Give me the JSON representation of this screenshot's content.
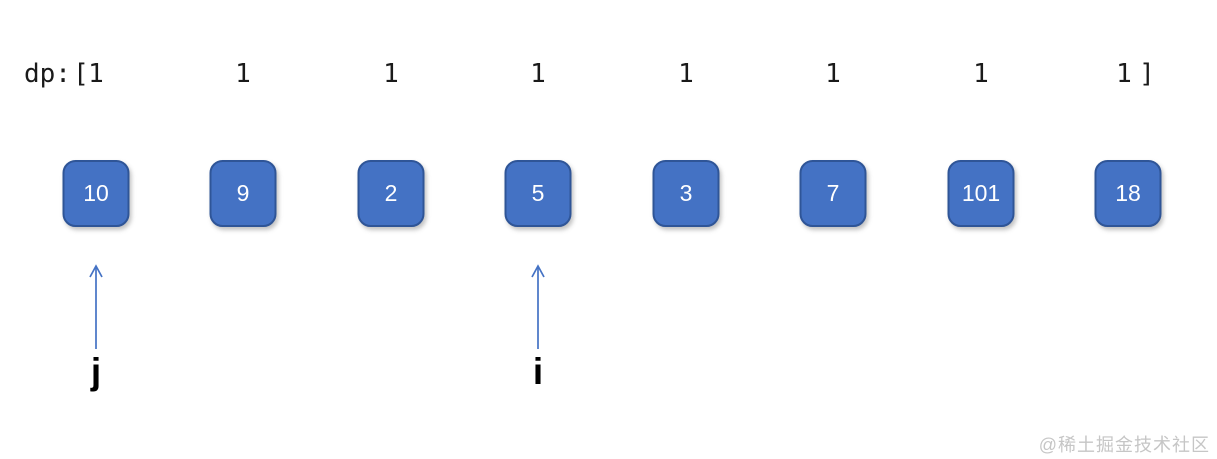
{
  "dp_row": {
    "label": "dp:",
    "open_bracket": "[",
    "close_bracket": "]",
    "values": [
      "1",
      "1",
      "1",
      "1",
      "1",
      "1",
      "1",
      "1"
    ]
  },
  "sequence": {
    "values": [
      "10",
      "9",
      "2",
      "5",
      "3",
      "7",
      "101",
      "18"
    ]
  },
  "pointers": [
    {
      "label": "j",
      "points_to_value": "10"
    },
    {
      "label": "i",
      "points_to_value": "5"
    }
  ],
  "watermark": "@稀土掘金技术社区",
  "colors": {
    "box_fill": "#4472C4",
    "box_border": "#2F5597",
    "arrow": "#4472C4",
    "watermark_gray": "#C6C6C6"
  }
}
